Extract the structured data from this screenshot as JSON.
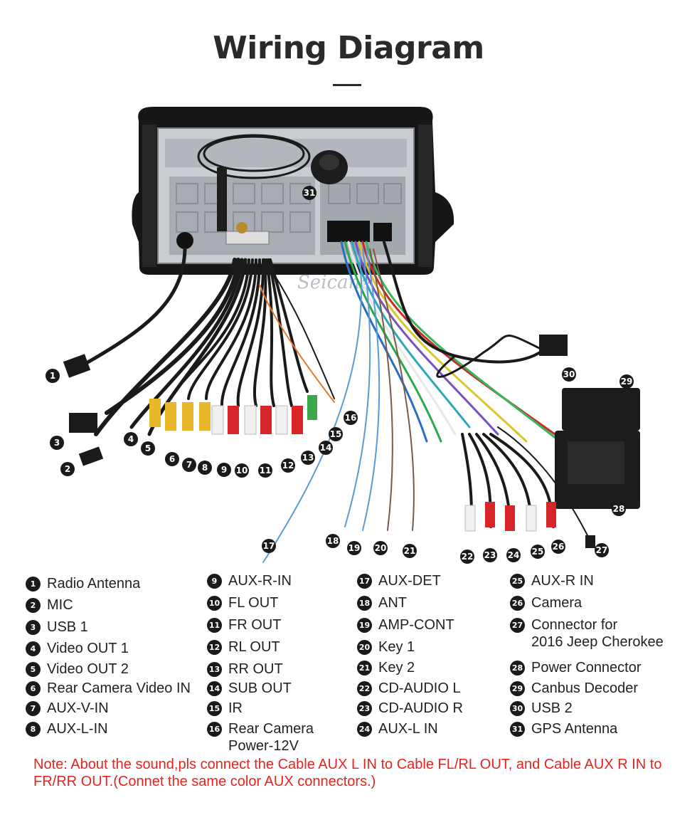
{
  "title": "Wiring Diagram",
  "watermark": "Seicane",
  "callouts": [
    {
      "n": "1"
    },
    {
      "n": "2"
    },
    {
      "n": "3"
    },
    {
      "n": "4"
    },
    {
      "n": "5"
    },
    {
      "n": "6"
    },
    {
      "n": "7"
    },
    {
      "n": "8"
    },
    {
      "n": "9"
    },
    {
      "n": "10"
    },
    {
      "n": "11"
    },
    {
      "n": "12"
    },
    {
      "n": "13"
    },
    {
      "n": "14"
    },
    {
      "n": "15"
    },
    {
      "n": "16"
    },
    {
      "n": "17"
    },
    {
      "n": "18"
    },
    {
      "n": "19"
    },
    {
      "n": "20"
    },
    {
      "n": "21"
    },
    {
      "n": "22"
    },
    {
      "n": "23"
    },
    {
      "n": "24"
    },
    {
      "n": "25"
    },
    {
      "n": "26"
    },
    {
      "n": "27"
    },
    {
      "n": "28"
    },
    {
      "n": "29"
    },
    {
      "n": "30"
    },
    {
      "n": "31"
    }
  ],
  "legend": {
    "columns": [
      [
        {
          "n": "1",
          "label": "Radio Antenna"
        },
        {
          "n": "2",
          "label": "MIC"
        },
        {
          "n": "3",
          "label": "USB 1"
        },
        {
          "n": "4",
          "label": "Video OUT 1"
        },
        {
          "n": "5",
          "label": "Video OUT 2"
        },
        {
          "n": "6",
          "label": "Rear Camera Video IN"
        },
        {
          "n": "7",
          "label": "AUX-V-IN"
        },
        {
          "n": "8",
          "label": "AUX-L-IN"
        }
      ],
      [
        {
          "n": "9",
          "label": "AUX-R-IN"
        },
        {
          "n": "10",
          "label": "FL OUT"
        },
        {
          "n": "11",
          "label": "FR OUT"
        },
        {
          "n": "12",
          "label": "RL OUT"
        },
        {
          "n": "13",
          "label": "RR OUT"
        },
        {
          "n": "14",
          "label": "SUB OUT"
        },
        {
          "n": "15",
          "label": "IR"
        },
        {
          "n": "16",
          "label": "Rear Camera",
          "label2": "Power-12V"
        }
      ],
      [
        {
          "n": "17",
          "label": "AUX-DET"
        },
        {
          "n": "18",
          "label": "ANT"
        },
        {
          "n": "19",
          "label": "AMP-CONT"
        },
        {
          "n": "20",
          "label": "Key 1"
        },
        {
          "n": "21",
          "label": "Key 2"
        },
        {
          "n": "22",
          "label": "CD-AUDIO L"
        },
        {
          "n": "23",
          "label": "CD-AUDIO R"
        },
        {
          "n": "24",
          "label": "AUX-L IN"
        }
      ],
      [
        {
          "n": "25",
          "label": "AUX-R IN"
        },
        {
          "n": "26",
          "label": "Camera"
        },
        {
          "n": "27",
          "label": "Connector for",
          "label2": "2016 Jeep Cherokee"
        },
        {
          "n": "28",
          "label": "Power Connector"
        },
        {
          "n": "29",
          "label": "Canbus Decoder"
        },
        {
          "n": "30",
          "label": "USB 2"
        },
        {
          "n": "31",
          "label": "GPS Antenna"
        }
      ]
    ]
  },
  "note": "Note: About the sound,pls connect the Cable AUX L IN to Cable FL/RL OUT, and Cable AUX R IN to  FR/RR OUT.(Connet the same color AUX connectors.)",
  "colors": {
    "note": "#e8231e",
    "badge": "#1a1a1a",
    "title": "#2a2a2a"
  }
}
